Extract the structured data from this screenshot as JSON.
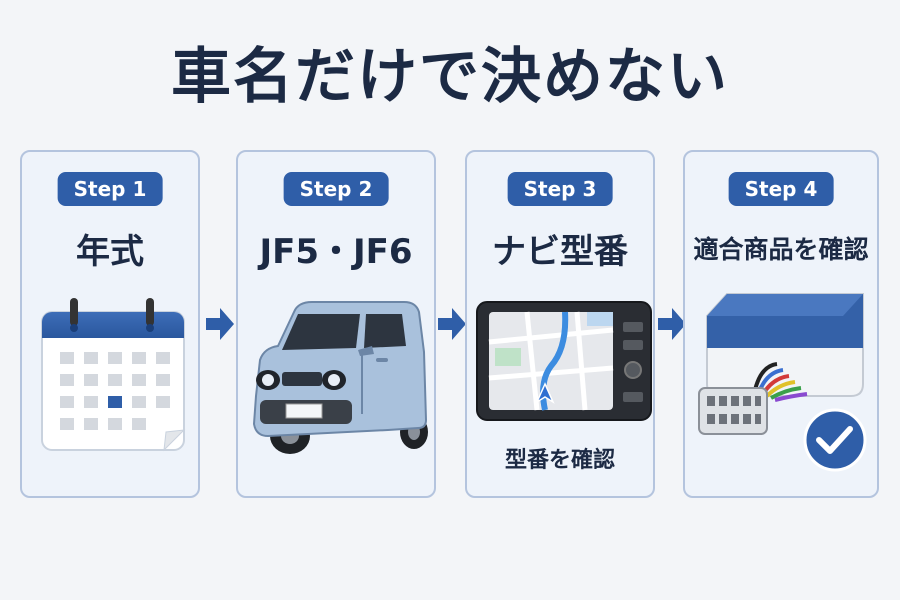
{
  "title": "車名だけで決めない",
  "steps": [
    {
      "badge": "Step 1",
      "heading": "年式",
      "icon": "calendar-icon"
    },
    {
      "badge": "Step 2",
      "heading": "JF5・JF6",
      "icon": "car-icon"
    },
    {
      "badge": "Step 3",
      "heading": "ナビ型番",
      "icon": "navigation-unit-icon",
      "caption": "型番を確認"
    },
    {
      "badge": "Step 4",
      "heading": "適合商品を確認",
      "icon": "wiring-harness-icon"
    }
  ],
  "colors": {
    "accent": "#2f5ea8",
    "title": "#1c2a44",
    "card_bg": "#eef3fa",
    "card_border": "#b4c4de",
    "car_body": "#a9c1dc"
  }
}
